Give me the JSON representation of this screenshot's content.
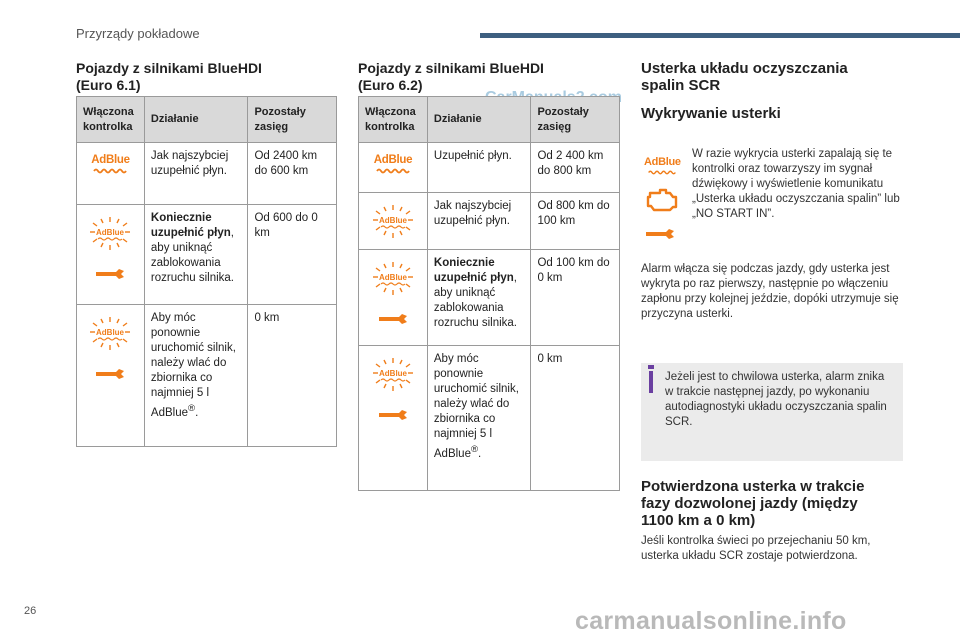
{
  "header": {
    "title": "Przyrządy pokładowe"
  },
  "page_number": "26",
  "watermarks": {
    "top": "CarManuals2.com",
    "bottom": "carmanualsonline.info"
  },
  "icon_text": "AdBlue",
  "col1": {
    "heading_line1": "Pojazdy z silnikami BlueHDI",
    "heading_line2": "(Euro 6.1)",
    "table": {
      "headers": [
        "Włączona kontrolka",
        "Działanie",
        "Pozostały zasięg"
      ],
      "rows": [
        {
          "action": "Jak najszybciej uzupełnić płyn.",
          "range": "Od 2400 km do 600 km"
        },
        {
          "action_bold": "Koniecznie uzupełnić płyn",
          "action_rest": ", aby uniknąć zablokowania rozruchu silnika.",
          "range": "Od 600 do 0 km"
        },
        {
          "action": "Aby móc ponownie uruchomić silnik, należy wlać do zbiornika co najmniej 5 l AdBlue",
          "action_sup": "®",
          "action_end": ".",
          "range": "0 km"
        }
      ]
    }
  },
  "col2": {
    "heading_line1": "Pojazdy z silnikami BlueHDI",
    "heading_line2": "(Euro 6.2)",
    "table": {
      "headers": [
        "Włączona kontrolka",
        "Działanie",
        "Pozostały zasięg"
      ],
      "rows": [
        {
          "action": "Uzupełnić płyn.",
          "range": "Od 2 400 km do 800 km"
        },
        {
          "action": "Jak najszybciej uzupełnić płyn.",
          "range": "Od 800 km do 100 km"
        },
        {
          "action_bold": "Koniecznie uzupełnić płyn",
          "action_rest": ", aby uniknąć zablokowania rozruchu silnika.",
          "range": "Od 100 km do 0 km"
        },
        {
          "action": "Aby móc ponownie uruchomić silnik, należy wlać do zbiornika co najmniej 5 l AdBlue",
          "action_sup": "®",
          "action_end": ".",
          "range": "0 km"
        }
      ]
    }
  },
  "col3": {
    "title_line1": "Usterka układu oczyszczania",
    "title_line2": "spalin SCR",
    "subtitle": "Wykrywanie usterki",
    "detect_text": "W razie wykrycia usterki zapalają się te kontrolki oraz towarzyszy im sygnał dźwiękowy i wyświetlenie komunikatu „Usterka układu oczyszczania spalin” lub „NO START IN”.",
    "alarm_text": "Alarm włącza się podczas jazdy, gdy usterka jest wykryta po raz pierwszy, następnie po włączeniu zapłonu przy kolejnej jeździe, dopóki utrzymuje się przyczyna usterki.",
    "info_text": "Jeżeli jest to chwilowa usterka, alarm znika w trakcie następnej jazdy, po wykonaniu autodiagnostyki układu oczyszczania spalin SCR.",
    "confirmed_line1": "Potwierdzona usterka w trakcie",
    "confirmed_line2": "fazy dozwolonej jazdy (między",
    "confirmed_line3": "1100 km a 0 km)",
    "confirmed_text": "Jeśli kontrolka świeci po przejechaniu 50 km, usterka układu SCR zostaje potwierdzona."
  },
  "colors": {
    "accent": "#3d5f80",
    "icon_orange": "#f07d1a",
    "info_purple": "#6a3fa0",
    "header_gray": "#d9d9d9",
    "info_bg": "#ebebeb"
  }
}
